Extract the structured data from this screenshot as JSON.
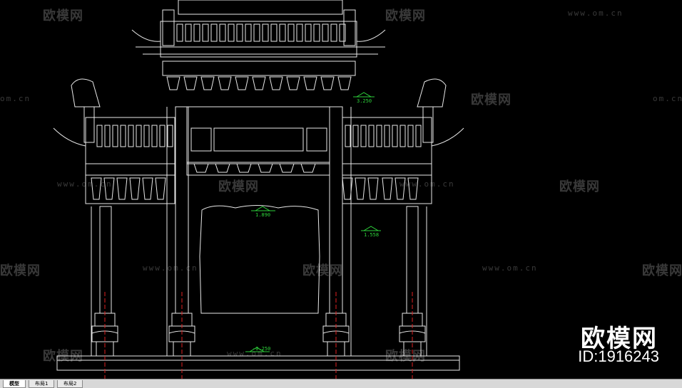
{
  "watermarks": {
    "brand": "欧模网",
    "url": "www.om.cn",
    "url_short": "om.cn"
  },
  "dimensions": {
    "top": "3.250",
    "mid": "1.890",
    "side": "1.558",
    "ground": "-0.250"
  },
  "corner_brand": {
    "name": "欧模网",
    "id": "ID:1916243"
  },
  "tabs": {
    "model": "模型",
    "layout1": "布局1",
    "layout2": "布局2"
  },
  "colors": {
    "line": "#e8e8e8",
    "dim": "#2dd13a",
    "axis": "#e02020"
  }
}
